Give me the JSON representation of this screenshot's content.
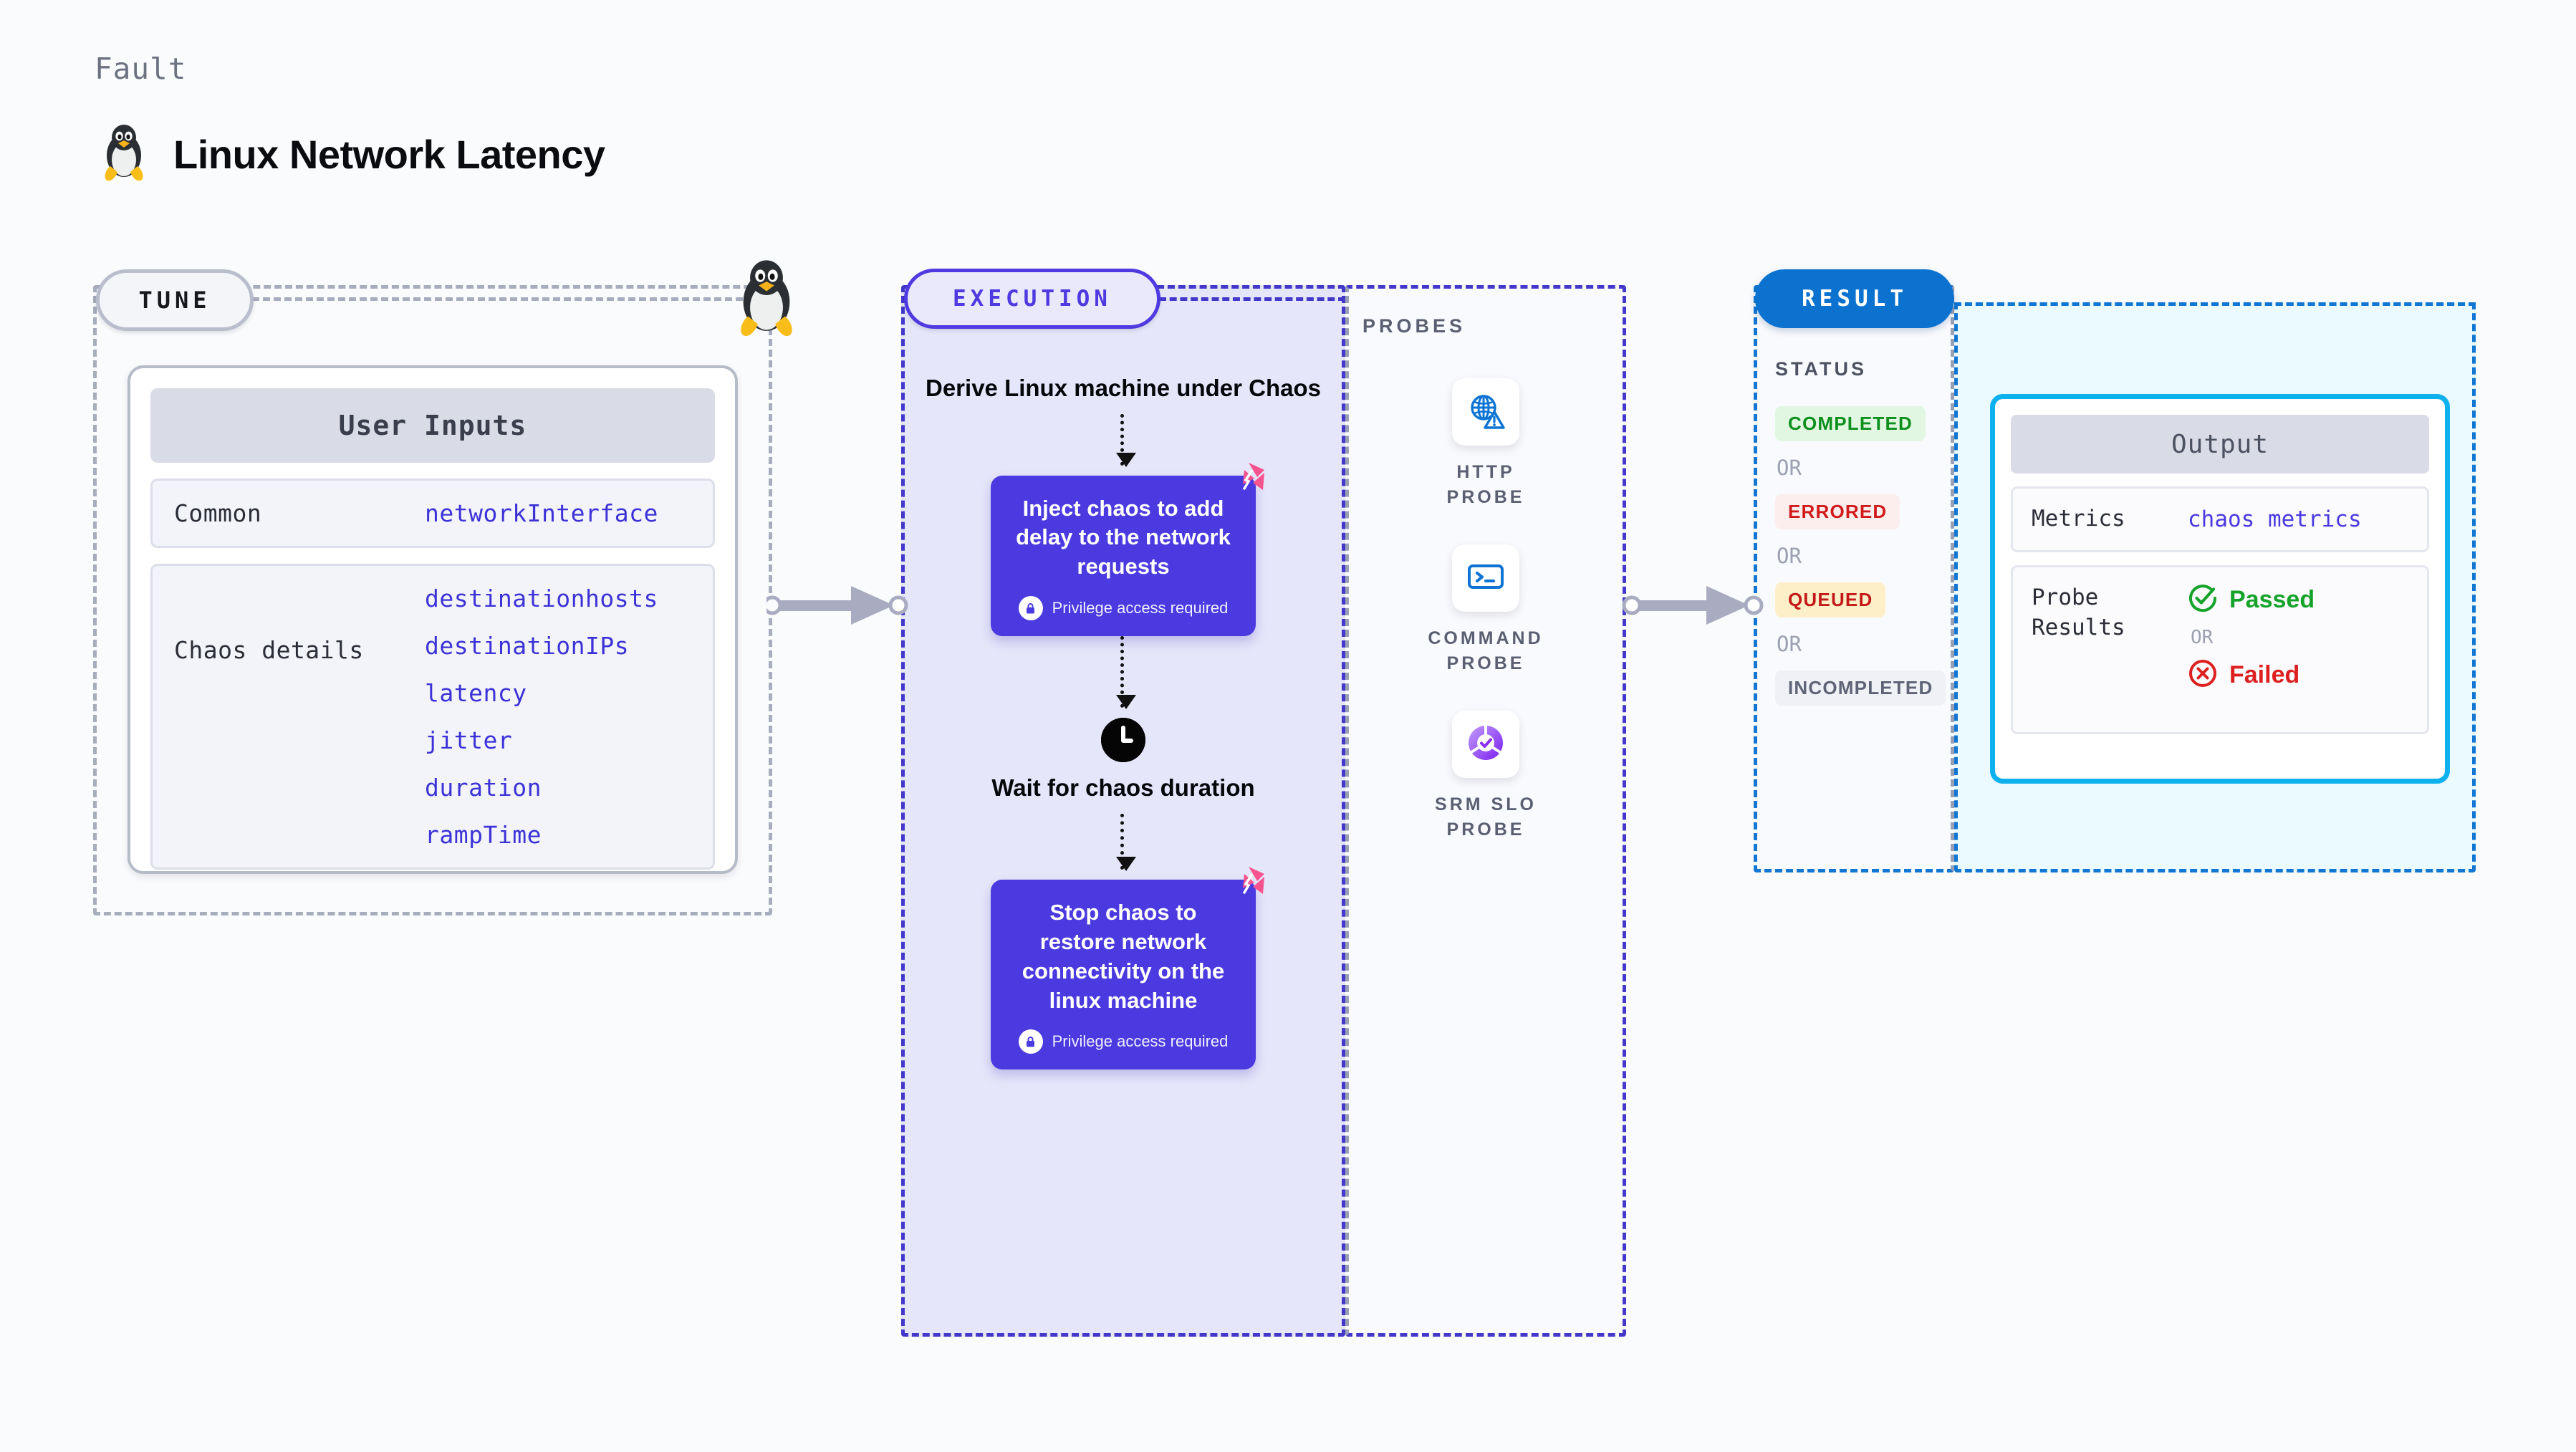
{
  "header": {
    "eyebrow": "Fault",
    "title": "Linux Network Latency",
    "icon": "linux-penguin-icon"
  },
  "tune": {
    "pill_label": "TUNE",
    "lane_icon": "linux-penguin-icon",
    "card": {
      "header": "User Inputs",
      "sections": [
        {
          "key": "Common",
          "values": [
            "networkInterface"
          ]
        },
        {
          "key": "Chaos details",
          "values": [
            "destinationhosts",
            "destinationIPs",
            "latency",
            "jitter",
            "duration",
            "rampTime"
          ]
        }
      ]
    }
  },
  "execution": {
    "pill_label": "EXECUTION",
    "steps": [
      {
        "type": "title",
        "label": "Derive Linux machine under Chaos"
      },
      {
        "type": "chaos-card",
        "label": "Inject chaos to add delay to the network requests",
        "privilege": "Privilege access required",
        "badge": "chaos-badge-icon"
      },
      {
        "type": "wait",
        "icon": "clock-icon",
        "label": "Wait for chaos duration"
      },
      {
        "type": "chaos-card",
        "label": "Stop chaos to restore network connectivity on the linux machine",
        "privilege": "Privilege access required",
        "badge": "chaos-badge-icon"
      }
    ]
  },
  "probes": {
    "heading": "PROBES",
    "items": [
      {
        "label": "HTTP PROBE",
        "icon": "globe-warning-icon"
      },
      {
        "label": "COMMAND PROBE",
        "icon": "terminal-icon"
      },
      {
        "label": "SRM SLO PROBE",
        "icon": "srm-slo-icon"
      }
    ]
  },
  "result": {
    "pill_label": "RESULT",
    "status_heading": "STATUS",
    "or_label": "OR",
    "statuses": [
      {
        "label": "COMPLETED",
        "bg": "#e2f7e2",
        "fg": "#0d8f1d"
      },
      {
        "label": "ERRORED",
        "bg": "#fdeeee",
        "fg": "#d11a1a"
      },
      {
        "label": "QUEUED",
        "bg": "#fdf0c8",
        "fg": "#c41919"
      },
      {
        "label": "INCOMPLETED",
        "bg": "#f0f1f6",
        "fg": "#5e6476"
      }
    ],
    "output": {
      "header": "Output",
      "metrics_key": "Metrics",
      "metrics_value": "chaos metrics",
      "probe_key": "Probe Results",
      "passed_label": "Passed",
      "failed_label": "Failed",
      "or_label": "OR",
      "passed_icon": "check-circle-icon",
      "failed_icon": "x-circle-icon"
    }
  },
  "colors": {
    "accent_purple": "#4a3ae0",
    "accent_blue": "#0b72d0",
    "accent_cyan": "#0eb0ee",
    "accent_pink": "#f7548f",
    "lane_gray": "#a8adbd",
    "value_blue": "#3c32d8"
  }
}
